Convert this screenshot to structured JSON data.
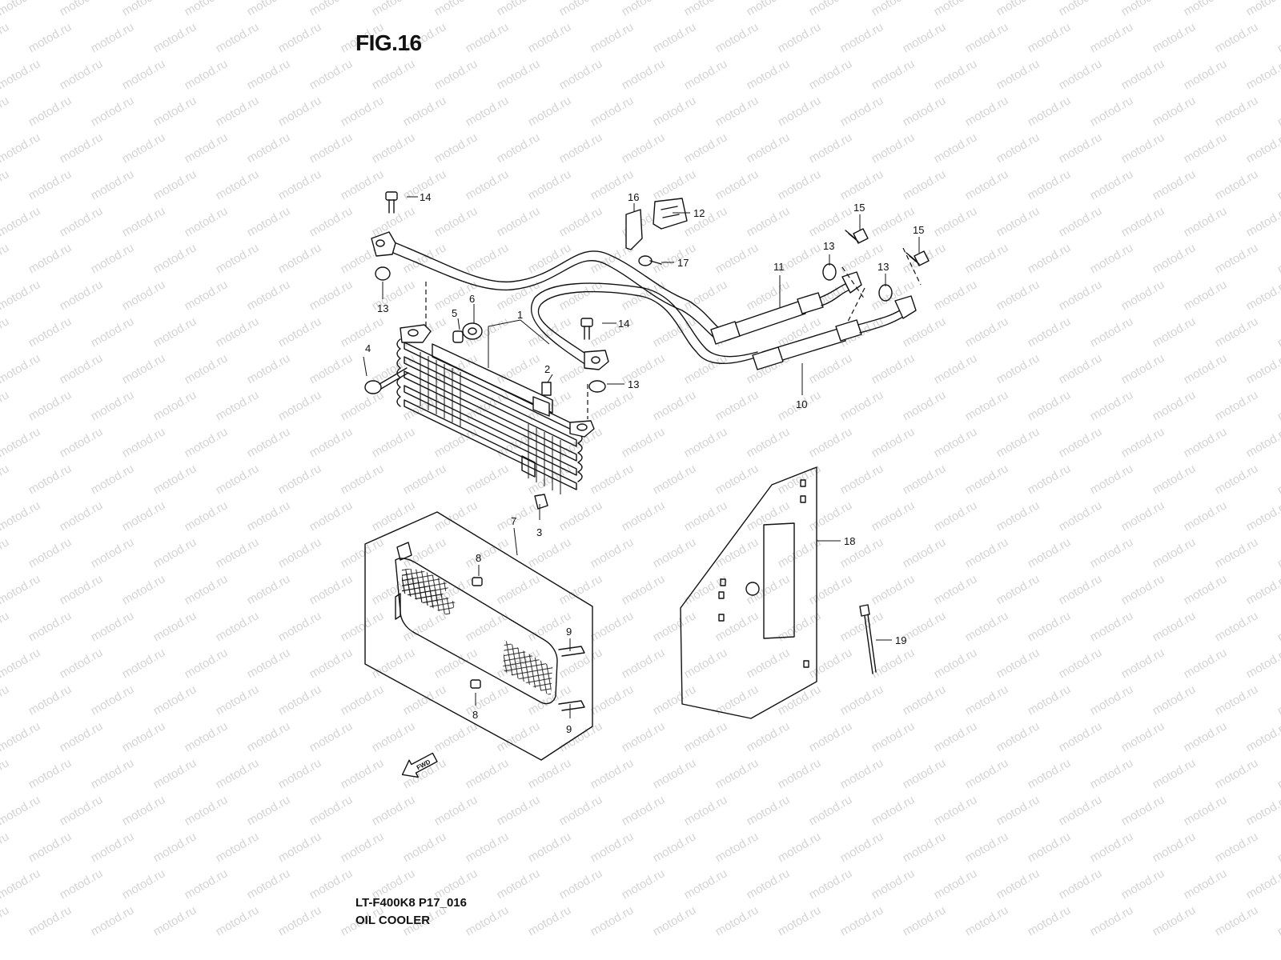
{
  "figure_title": "FIG.16",
  "model_code": "LT-F400K8 P17_016",
  "section_name": "OIL COOLER",
  "watermark_text": "motod.ru",
  "fwd_label": "FWD",
  "colors": {
    "line": "#111111",
    "watermark": "#d4d4d4",
    "background": "#ffffff"
  },
  "callouts": [
    {
      "id": "callout-1",
      "label": "1"
    },
    {
      "id": "callout-2",
      "label": "2"
    },
    {
      "id": "callout-3",
      "label": "3"
    },
    {
      "id": "callout-4",
      "label": "4"
    },
    {
      "id": "callout-5",
      "label": "5"
    },
    {
      "id": "callout-6",
      "label": "6"
    },
    {
      "id": "callout-7",
      "label": "7"
    },
    {
      "id": "callout-8a",
      "label": "8"
    },
    {
      "id": "callout-8b",
      "label": "8"
    },
    {
      "id": "callout-9a",
      "label": "9"
    },
    {
      "id": "callout-9b",
      "label": "9"
    },
    {
      "id": "callout-10",
      "label": "10"
    },
    {
      "id": "callout-11",
      "label": "11"
    },
    {
      "id": "callout-12",
      "label": "12"
    },
    {
      "id": "callout-13a",
      "label": "13"
    },
    {
      "id": "callout-13b",
      "label": "13"
    },
    {
      "id": "callout-13c",
      "label": "13"
    },
    {
      "id": "callout-13d",
      "label": "13"
    },
    {
      "id": "callout-14a",
      "label": "14"
    },
    {
      "id": "callout-14b",
      "label": "14"
    },
    {
      "id": "callout-15a",
      "label": "15"
    },
    {
      "id": "callout-15b",
      "label": "15"
    },
    {
      "id": "callout-16",
      "label": "16"
    },
    {
      "id": "callout-17",
      "label": "17"
    },
    {
      "id": "callout-18",
      "label": "18"
    },
    {
      "id": "callout-19",
      "label": "19"
    }
  ]
}
